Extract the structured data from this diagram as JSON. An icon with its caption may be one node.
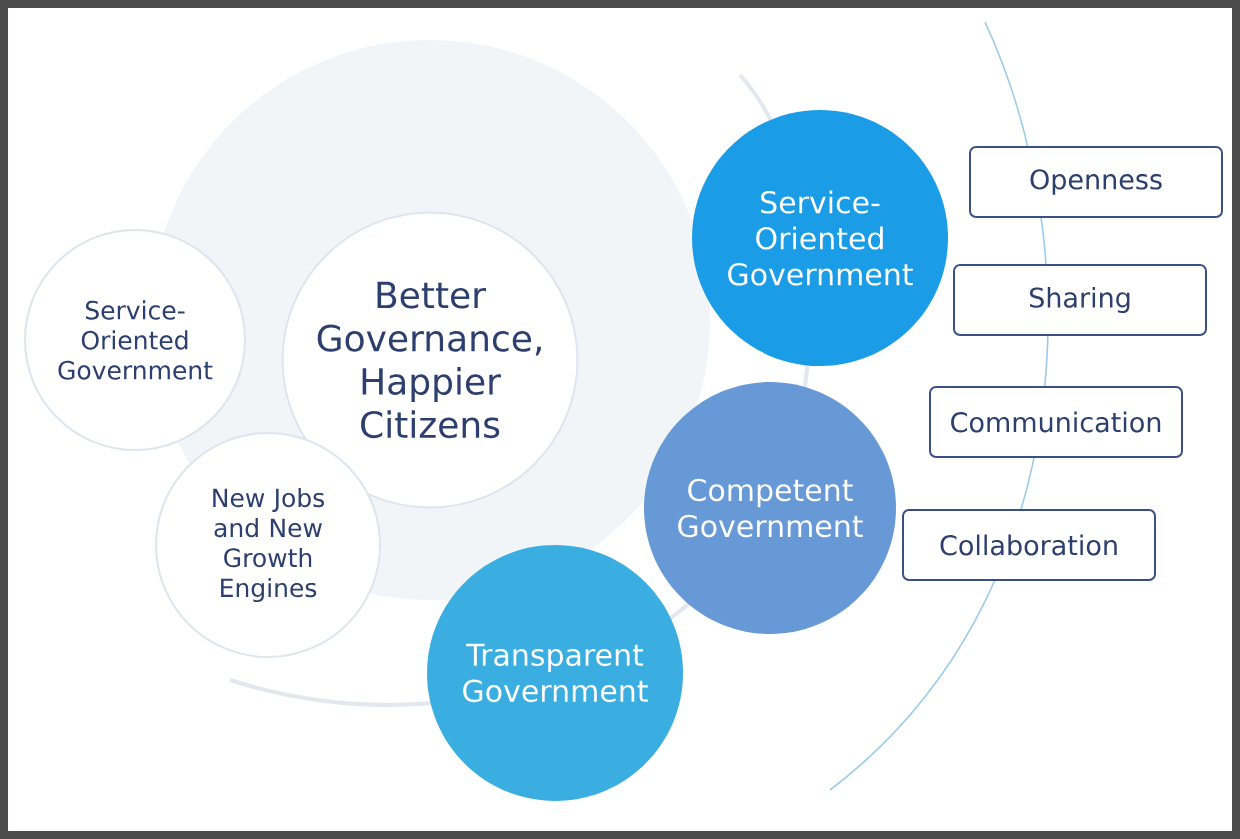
{
  "diagram": {
    "nodes": [
      {
        "text": [
          "Better Governance, Happier Citizens"
        ]
      },
      {
        "text": [
          "Service-Oriented Government"
        ]
      },
      {
        "text": [
          "New Jobs and New Growth Engines"
        ]
      },
      {
        "text": [
          "Service-Oriented Government"
        ]
      },
      {
        "text": [
          "Competent Government"
        ]
      },
      {
        "text": [
          "Transparent Government"
        ]
      },
      {
        "text": [
          "Openness"
        ]
      },
      {
        "text": [
          "Sharing"
        ]
      },
      {
        "text": [
          "Communication"
        ]
      },
      {
        "text": [
          "Collaboration"
        ]
      }
    ]
  }
}
